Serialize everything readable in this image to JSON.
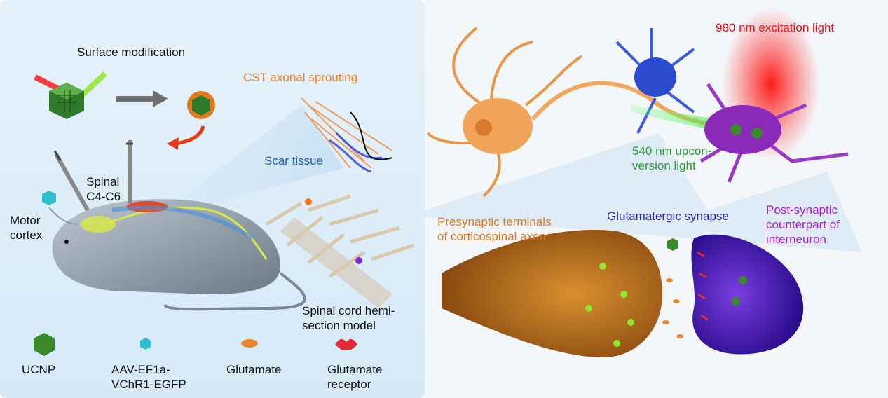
{
  "colors": {
    "panel_left": "#dcebf7",
    "cst": "#f0802a",
    "scar": "#1f5fb5",
    "excitation": "#e8141b",
    "upconversion": "#2e9a3c",
    "presynaptic": "#e07820",
    "glutamatergic": "#2a1fb5",
    "postsynaptic": "#a51fd6",
    "ucnp": "#3a8a2c",
    "aav": "#2ec0cf",
    "glutamate": "#e88a2c",
    "receptor": "#e32a3a"
  },
  "labels": {
    "surface_modification": "Surface modification",
    "cst_sprouting": "CST axonal sprouting",
    "scar_tissue": "Scar tissue",
    "spinal": "Spinal\nC4-C6",
    "motor_cortex": "Motor\ncortex",
    "hemisection": "Spinal cord hemi-\nsection model",
    "excitation_light": "980 nm excitation light",
    "upconversion_light": "540 nm upcon-\nversion light",
    "presynaptic": "Presynaptic terminals\nof corticospinal axon",
    "glutamatergic": "Glutamatergic synapse",
    "postsynaptic": "Post-synaptic\ncounterpart of\ninterneuron"
  },
  "legend": [
    {
      "icon": "ucnp-icon",
      "label": "UCNP"
    },
    {
      "icon": "aav-icon",
      "label": "AAV-EF1a-\nVChR1-EGFP"
    },
    {
      "icon": "glutamate-icon",
      "label": "Glutamate"
    },
    {
      "icon": "receptor-icon",
      "label": "Glutamate\nreceptor"
    }
  ]
}
